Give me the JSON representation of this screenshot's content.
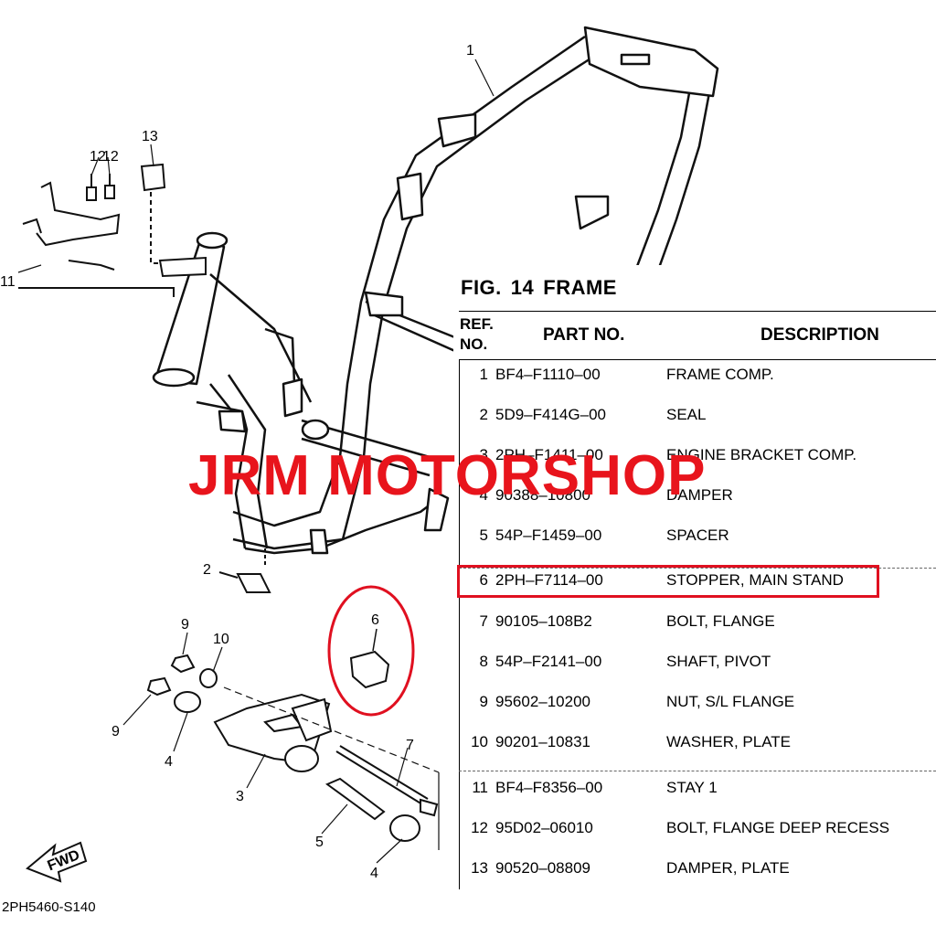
{
  "figure": {
    "fig_label": "FIG.",
    "fig_number": "14",
    "fig_title": "FRAME"
  },
  "table": {
    "headers": {
      "ref_line1": "REF.",
      "ref_line2": "NO.",
      "part_no": "PART NO.",
      "description": "DESCRIPTION"
    },
    "rows": [
      {
        "ref": "1",
        "part_no": "BF4–F1110–00",
        "description": "FRAME COMP."
      },
      {
        "ref": "2",
        "part_no": "5D9–F414G–00",
        "description": "SEAL"
      },
      {
        "ref": "3",
        "part_no": "2PH–F1411–00",
        "description": "ENGINE BRACKET COMP."
      },
      {
        "ref": "4",
        "part_no": "90388–10800",
        "description": "DAMPER"
      },
      {
        "ref": "5",
        "part_no": "54P–F1459–00",
        "description": "SPACER"
      },
      {
        "ref": "6",
        "part_no": "2PH–F7114–00",
        "description": "STOPPER, MAIN STAND"
      },
      {
        "ref": "7",
        "part_no": "90105–108B2",
        "description": "BOLT, FLANGE"
      },
      {
        "ref": "8",
        "part_no": "54P–F2141–00",
        "description": "SHAFT, PIVOT"
      },
      {
        "ref": "9",
        "part_no": "95602–10200",
        "description": "NUT, S/L FLANGE"
      },
      {
        "ref": "10",
        "part_no": "90201–10831",
        "description": "WASHER, PLATE"
      },
      {
        "ref": "11",
        "part_no": "BF4–F8356–00",
        "description": "STAY 1"
      },
      {
        "ref": "12",
        "part_no": "95D02–06010",
        "description": "BOLT, FLANGE DEEP RECESS"
      },
      {
        "ref": "13",
        "part_no": "90520–08809",
        "description": "DAMPER, PLATE"
      }
    ],
    "highlighted_ref": "6"
  },
  "watermark": {
    "text": "JRM MOTORSHOP",
    "color": "#e8141c"
  },
  "callouts": {
    "c1": "1",
    "c2": "2",
    "c3": "3",
    "c4a": "4",
    "c4b": "4",
    "c5": "5",
    "c6": "6",
    "c7": "7",
    "c9a": "9",
    "c9b": "9",
    "c10": "10",
    "c11": "11",
    "c12a": "12",
    "c12b": "12",
    "c13": "13"
  },
  "fwd_label": "FWD",
  "drawing_code": "2PH5460-S140",
  "highlight_color": "#e01020"
}
